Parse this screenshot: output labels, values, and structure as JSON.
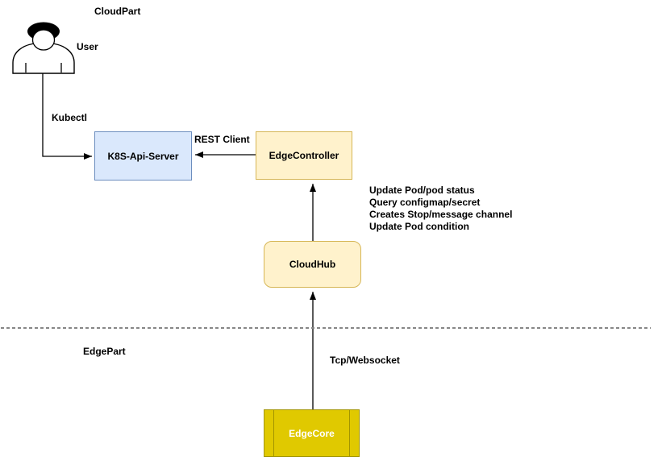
{
  "labels": {
    "cloud_part": "CloudPart",
    "edge_part": "EdgePart",
    "user": "User",
    "kubectl": "Kubectl",
    "rest_client": "REST Client",
    "tcp_websocket": "Tcp/Websocket"
  },
  "nodes": {
    "k8s_api_server": {
      "label": "K8S-Api-Server",
      "fill": "#dae8fc",
      "border": "#6c8ebf",
      "text": "#000000"
    },
    "edge_controller": {
      "label": "EdgeController",
      "fill": "#fff2cc",
      "border": "#d6b656",
      "text": "#000000"
    },
    "cloud_hub": {
      "label": "CloudHub",
      "fill": "#fff2cc",
      "border": "#d6b656",
      "text": "#000000"
    },
    "edge_core": {
      "label": "EdgeCore",
      "fill": "#e0c900",
      "border": "#a39500",
      "text": "#ffffff"
    }
  },
  "annotation": {
    "lines": [
      "Update Pod/pod status",
      "Query configmap/secret",
      "Creates Stop/message channel",
      "Update Pod condition"
    ]
  },
  "connectors": {
    "color": "#000000"
  },
  "divider": {
    "color": "#878787",
    "style": "dashed"
  }
}
